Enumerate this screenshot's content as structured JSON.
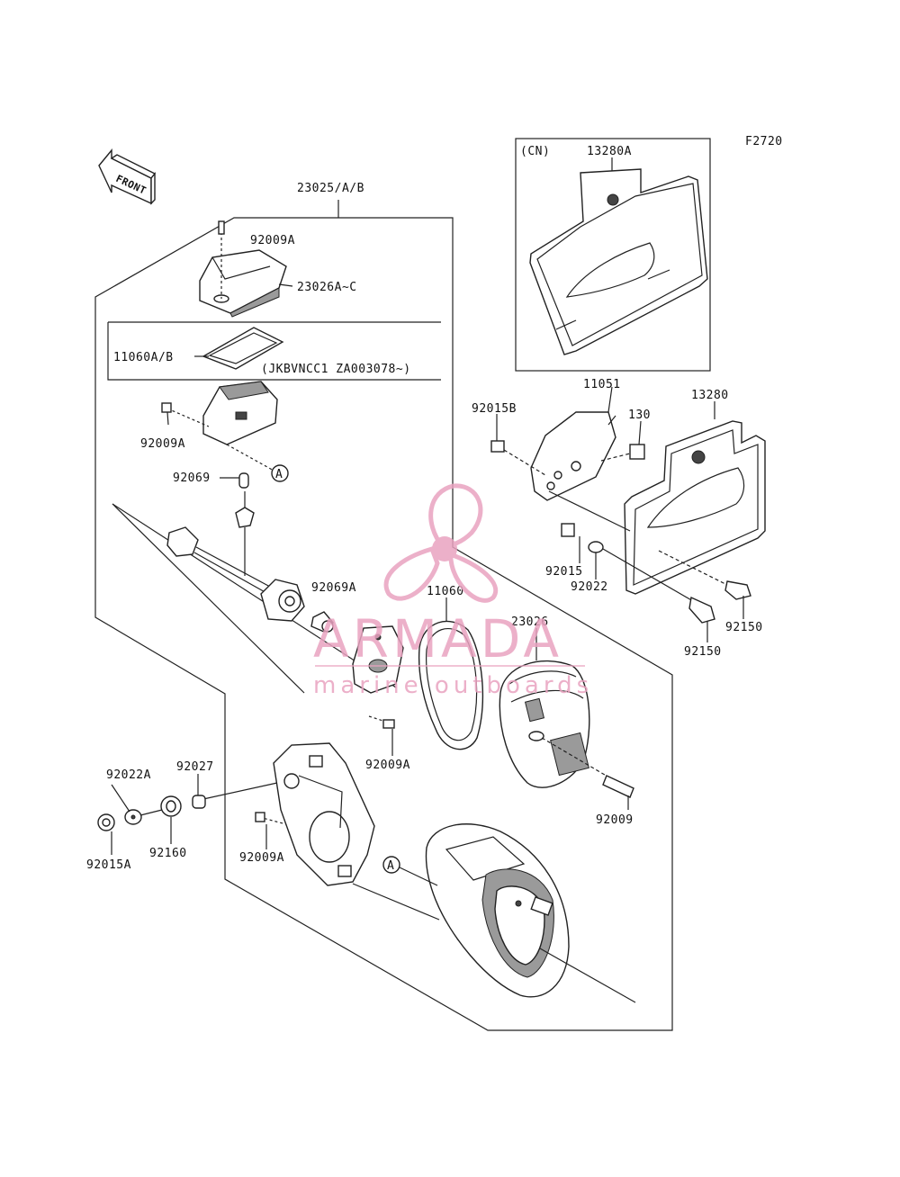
{
  "figure_code": "F2720",
  "front_label": "FRONT",
  "labels": {
    "p23025": "23025/A/B",
    "p92009A_top": "92009A",
    "p23026A": "23026A~C",
    "p11060AB": "11060A/B",
    "serial_note": "(JKBVNCC1 ZA003078~)",
    "p92009A_mid": "92009A",
    "p92069": "92069",
    "callout_a": "A",
    "p92069A": "92069A",
    "p11060": "11060",
    "p23026": "23026",
    "p92009A_lens": "92009A",
    "p92009": "92009",
    "p92027": "92027",
    "p92022A": "92022A",
    "p92160": "92160",
    "p92015A": "92015A",
    "p92009A_bot": "92009A",
    "callout_a2": "A",
    "cn_tag": "(CN)",
    "p13280A": "13280A",
    "p11051": "11051",
    "p92015B": "92015B",
    "p130": "130",
    "p13280": "13280",
    "p92015": "92015",
    "p92022": "92022",
    "p92150_right": "92150",
    "p92150_low": "92150"
  },
  "watermark": {
    "brand": "ARMADA",
    "tagline": "marine outboards",
    "color": "#e9a3c0"
  }
}
